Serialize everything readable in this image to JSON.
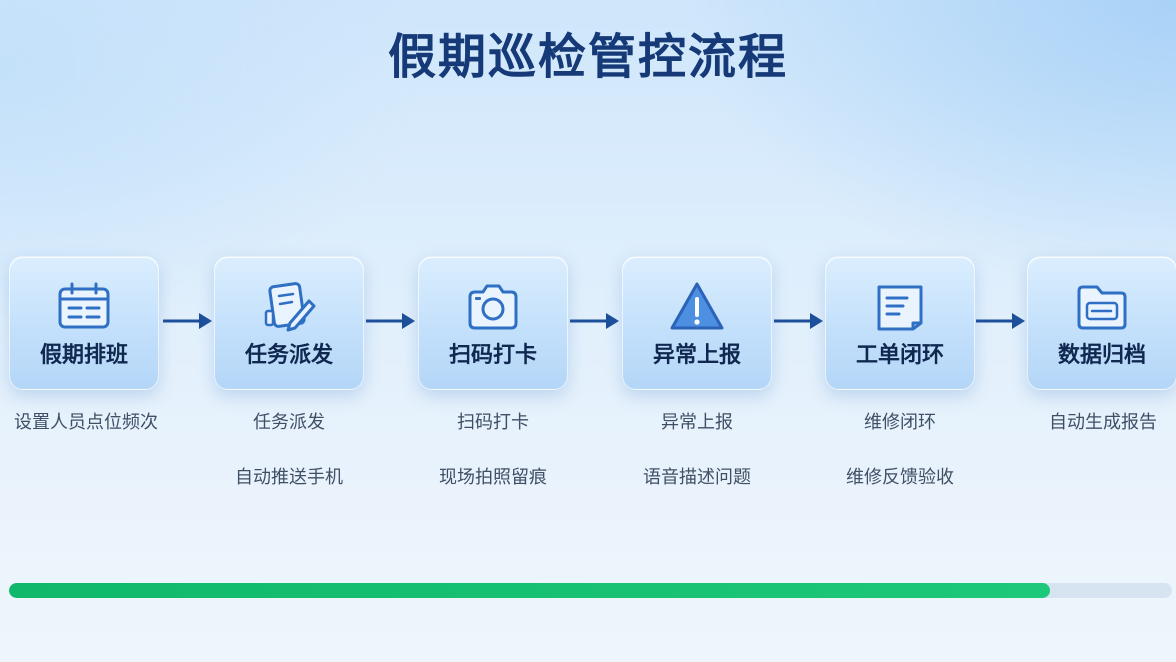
{
  "title": "假期巡检管控流程",
  "accent_color": "#2f6fc4",
  "steps": [
    {
      "label": "假期排班",
      "icon": "calendar-icon",
      "descriptions": [
        "设置人员点位频次"
      ]
    },
    {
      "label": "任务派发",
      "icon": "document-edit-icon",
      "descriptions": [
        "任务派发",
        "自动推送手机"
      ]
    },
    {
      "label": "扫码打卡",
      "icon": "camera-icon",
      "descriptions": [
        "扫码打卡",
        "现场拍照留痕"
      ]
    },
    {
      "label": "异常上报",
      "icon": "warning-icon",
      "descriptions": [
        "异常上报",
        "语音描述问题"
      ]
    },
    {
      "label": "工单闭环",
      "icon": "work-order-icon",
      "descriptions": [
        "维修闭环",
        "维修反馈验收"
      ]
    },
    {
      "label": "数据归档",
      "icon": "folder-icon",
      "descriptions": [
        "自动生成报告"
      ]
    }
  ],
  "progress": {
    "fraction": 0.895,
    "color": "#14bf72"
  }
}
